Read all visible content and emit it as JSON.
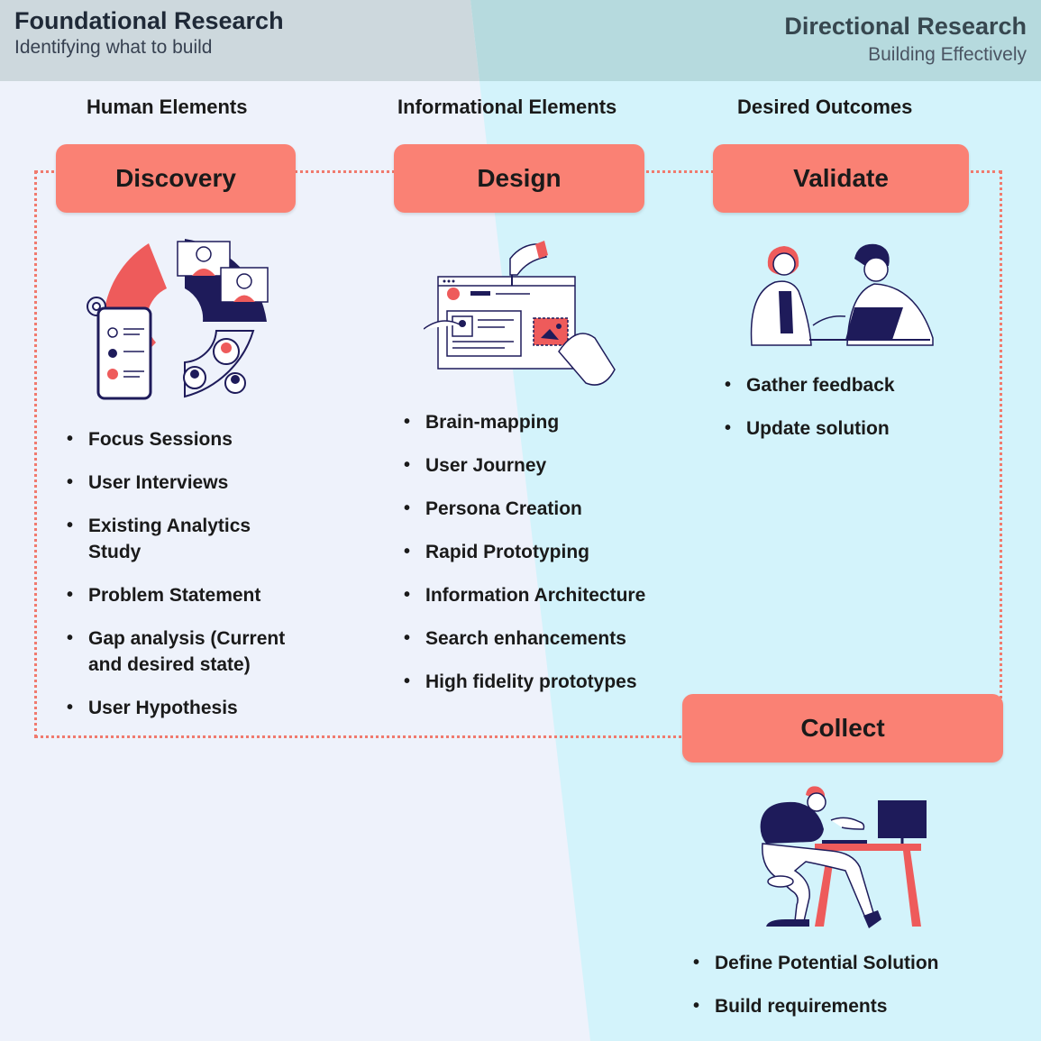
{
  "header": {
    "left_title": "Foundational Research",
    "left_subtitle": "Identifying what to build",
    "right_title": "Directional Research",
    "right_subtitle": "Building Effectively"
  },
  "columns": {
    "human": "Human Elements",
    "informational": "Informational Elements",
    "outcomes": "Desired Outcomes"
  },
  "stages": {
    "discovery": {
      "label": "Discovery",
      "items": [
        "Focus Sessions",
        "User Interviews",
        "Existing Analytics Study",
        "Problem Statement",
        "Gap analysis (Current and desired state)",
        "User Hypothesis"
      ]
    },
    "design": {
      "label": "Design",
      "items": [
        "Brain-mapping",
        "User Journey",
        "Persona Creation",
        "Rapid Prototyping",
        "Information Architecture",
        "Search enhancements",
        "High fidelity prototypes"
      ]
    },
    "validate": {
      "label": "Validate",
      "items": [
        "Gather feedback",
        "Update solution"
      ]
    },
    "collect": {
      "label": "Collect",
      "items": [
        "Define Potential Solution",
        "Build requirements"
      ]
    }
  },
  "colors": {
    "accent": "#fa8174",
    "navy": "#1e1b5a",
    "left_header_bg": "#cdd8dd",
    "right_header_bg": "#b6dade",
    "left_bg": "#eef2fb",
    "right_bg": "#d3f3fb"
  },
  "icons": [
    "research-dashboard-illustration",
    "design-wireframe-illustration",
    "team-review-illustration",
    "person-at-desk-illustration"
  ]
}
